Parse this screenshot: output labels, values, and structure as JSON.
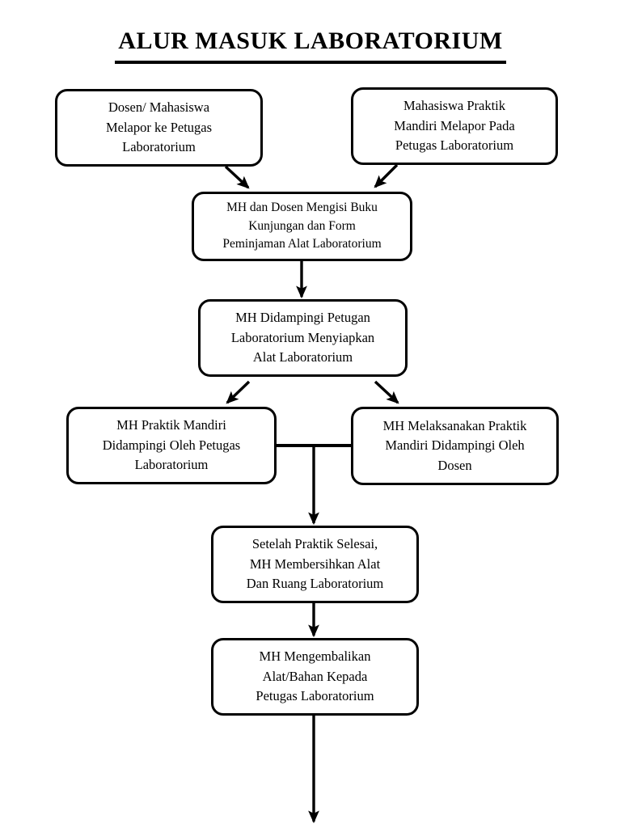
{
  "document": {
    "title": "ALUR MASUK LABORATORIUM",
    "type": "flowchart",
    "background_color": "#ffffff",
    "line_color": "#000000",
    "text_color": "#000000"
  },
  "nodes": [
    {
      "id": "node-1",
      "name": "dosen-mahasiswa-melapor",
      "lines": [
        "Dosen/ Mahasiswa",
        "Melapor ke Petugas",
        "Laboratorium"
      ]
    },
    {
      "id": "node-2",
      "name": "mahasiswa-praktik-mandiri-melapor",
      "lines": [
        "Mahasiswa Praktik",
        "Mandiri Melapor Pada",
        "Petugas Laboratorium"
      ]
    },
    {
      "id": "node-3",
      "name": "mengisi-buku-kunjungan",
      "lines": [
        "MH dan Dosen Mengisi Buku",
        "Kunjungan dan Form",
        "Peminjaman Alat Laboratorium"
      ]
    },
    {
      "id": "node-4",
      "name": "menyiapkan-alat",
      "lines": [
        "MH Didampingi Petugan",
        "Laboratorium Menyiapkan",
        "Alat Laboratorium"
      ]
    },
    {
      "id": "node-5",
      "name": "praktik-mandiri-petugas",
      "lines": [
        "MH Praktik Mandiri",
        "Didampingi Oleh Petugas",
        "Laboratorium"
      ]
    },
    {
      "id": "node-6",
      "name": "praktik-mandiri-dosen",
      "lines": [
        "MH Melaksanakan Praktik",
        "Mandiri Didampingi Oleh",
        "Dosen"
      ]
    },
    {
      "id": "node-7",
      "name": "membersihkan-alat-ruang",
      "lines": [
        "Setelah Praktik Selesai,",
        "MH Membersihkan Alat",
        "Dan Ruang Laboratorium"
      ]
    },
    {
      "id": "node-8",
      "name": "mengembalikan-alat-bahan",
      "lines": [
        "MH Mengembalikan",
        "Alat/Bahan Kepada",
        "Petugas Laboratorium"
      ]
    }
  ],
  "edges": [
    {
      "name": "edge-node1-to-node3",
      "from": "node-1",
      "to": "node-3",
      "style": "diagonal-arrow"
    },
    {
      "name": "edge-node2-to-node3",
      "from": "node-2",
      "to": "node-3",
      "style": "diagonal-arrow"
    },
    {
      "name": "edge-node3-to-node4",
      "from": "node-3",
      "to": "node-4",
      "style": "vertical-arrow"
    },
    {
      "name": "edge-node4-to-node5",
      "from": "node-4",
      "to": "node-5",
      "style": "diagonal-arrow"
    },
    {
      "name": "edge-node4-to-node6",
      "from": "node-4",
      "to": "node-6",
      "style": "diagonal-arrow"
    },
    {
      "name": "edge-node5-node6-junction",
      "from": "node-5",
      "to": "node-6",
      "style": "horizontal-connector"
    },
    {
      "name": "edge-junction-to-node7",
      "from": "junction",
      "to": "node-7",
      "style": "vertical-arrow"
    },
    {
      "name": "edge-node7-to-node8",
      "from": "node-7",
      "to": "node-8",
      "style": "vertical-arrow"
    },
    {
      "name": "edge-node8-to-offpage",
      "from": "node-8",
      "to": "off-page",
      "style": "vertical-arrow"
    }
  ]
}
